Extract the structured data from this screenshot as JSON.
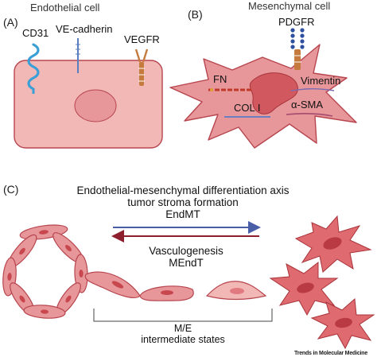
{
  "panel_a": {
    "letter": "(A)",
    "title": "Endothelial cell",
    "markers": [
      "CD31",
      "VE-cadherin",
      "VEGFR"
    ]
  },
  "panel_b": {
    "letter": "(B)",
    "title": "Mesenchymal cell",
    "markers": [
      "PDGFR",
      "FN",
      "Vimentin",
      "COL I",
      "α-SMA"
    ]
  },
  "panel_c": {
    "letter": "(C)",
    "forward_lines": [
      "Endothelial-mesenchymal differentiation axis",
      "tumor stroma formation",
      "EndMT"
    ],
    "reverse_lines": [
      "Vasculogenesis",
      "MEndT"
    ],
    "bracket_lines": [
      "M/E",
      "intermediate states"
    ]
  },
  "colors": {
    "cell_fill": "#e7979a",
    "cell_stroke": "#b7454e",
    "cell_fill_light": "#f2b8b6",
    "cell_fill_dark": "#df6a6f",
    "nucleus": "#d1585e",
    "nucleus_stroke": "#a8343b",
    "forward_arrow": "#4a5ea8",
    "reverse_arrow": "#8e1f2e",
    "receptor_blue": "#3a9fd6",
    "receptor_orange": "#c57a3e",
    "pdgfr_blue": "#2f4fa0"
  },
  "credit": "Trends in Molecular Medicine"
}
